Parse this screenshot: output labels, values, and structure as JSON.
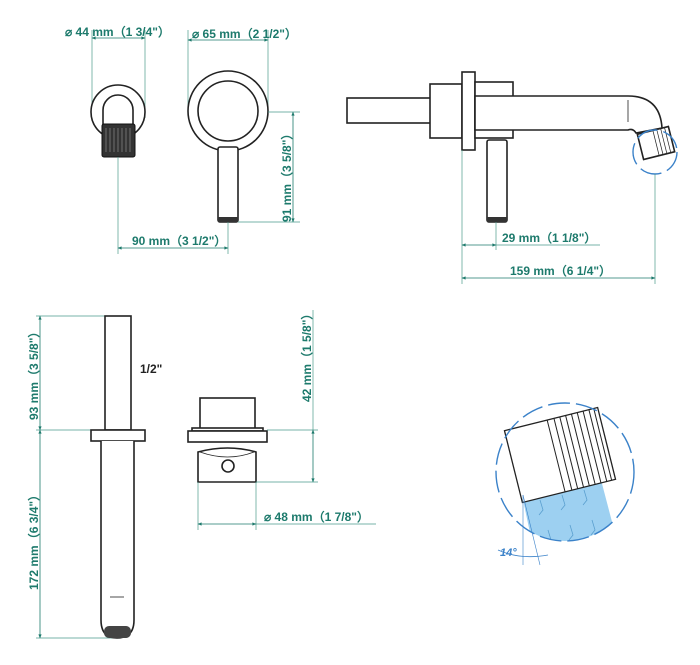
{
  "dimensions": {
    "spout_diameter": "⌀ 44 mm（1 3/4\"）",
    "handle_ring_diameter": "⌀ 65 mm（2 1/2\"）",
    "handle_height": "91 mm（3 5/8\"）",
    "center_distance": "90 mm（3 1/2\"）",
    "handle_offset": "29 mm（1 1/8\"）",
    "spout_projection": "159 mm（6 1/4\"）",
    "rough_in_upper": "93 mm（3 5/8\"）",
    "rough_in_lower": "172 mm（6 3/4\"）",
    "connection_size": "1/2\"",
    "valve_height": "42 mm（1 5/8\"）",
    "valve_diameter": "⌀ 48 mm（1 7/8\"）",
    "aerator_angle": "14°"
  },
  "colors": {
    "dimension": "#1d7a6c",
    "detail": "#3b82c9",
    "water": "#8cc8ef"
  }
}
